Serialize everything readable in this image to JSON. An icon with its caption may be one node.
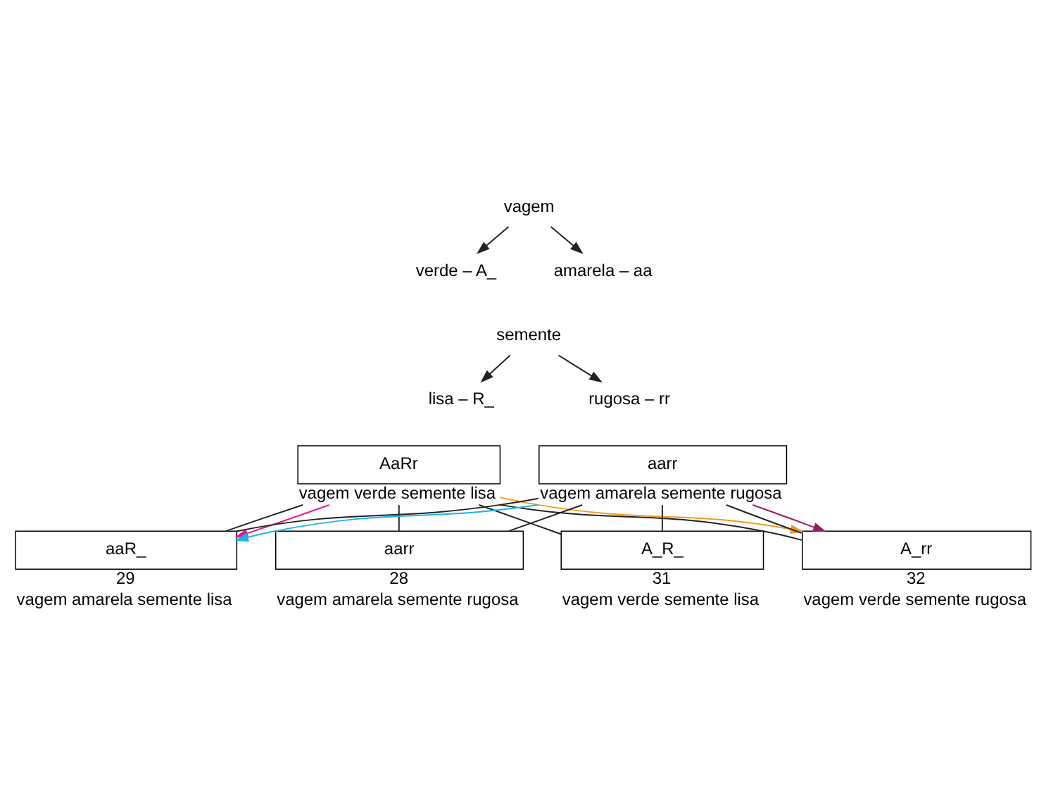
{
  "diagram": {
    "nodes": [
      {
        "text": [
          "vagem"
        ]
      },
      {
        "text": [
          "verde – A_"
        ]
      },
      {
        "text": [
          "amarela – aa"
        ]
      },
      {
        "text": [
          "semente"
        ]
      },
      {
        "text": [
          "lisa – R_"
        ]
      },
      {
        "text": [
          "rugosa – rr"
        ]
      },
      {
        "text": [
          "AaRr"
        ],
        "beside": [
          "vagem verde semente lisa"
        ]
      },
      {
        "text": [
          "aarr"
        ],
        "beside": [
          "vagem amarela semente rugosa"
        ]
      },
      {
        "text": [
          "A_R_"
        ],
        "beside": [
          "31",
          "vagem verde semente lisa"
        ]
      },
      {
        "text": [
          "A_rr"
        ],
        "beside": [
          "32",
          "vagem verde semente rugosa"
        ]
      },
      {
        "text": [
          "aaR_"
        ],
        "beside": [
          "29",
          "vagem amarela semente lisa"
        ]
      },
      {
        "text": [
          "aarr"
        ],
        "beside": [
          "28",
          "vagem amarela semente rugosa"
        ]
      }
    ],
    "edges": [
      {
        "from": 0,
        "to": 1,
        "arrow": "to"
      },
      {
        "from": 0,
        "to": 2,
        "arrow": "to"
      },
      {
        "from": 3,
        "to": 4,
        "arrow": "to"
      },
      {
        "from": 3,
        "to": 5,
        "arrow": "to"
      },
      {
        "from": 6,
        "to": 8,
        "arrow": "none"
      },
      {
        "from": 6,
        "to": 9,
        "arrow": "none"
      },
      {
        "from": 6,
        "to": 10,
        "arrow": "none"
      },
      {
        "from": 6,
        "to": 11,
        "arrow": "none"
      },
      {
        "from": 7,
        "to": 8,
        "arrow": "none"
      },
      {
        "from": 7,
        "to": 9,
        "arrow": "none"
      },
      {
        "from": 7,
        "to": 10,
        "arrow": "none"
      },
      {
        "from": 7,
        "to": 11,
        "arrow": "none"
      },
      {
        "from": 6,
        "to": 9,
        "arrow": "to",
        "color": "#f39a1e"
      },
      {
        "from": 6,
        "to": 10,
        "arrow": "to",
        "color": "#e5198a"
      },
      {
        "from": 7,
        "to": 10,
        "arrow": "to",
        "color": "#1ab4e8"
      },
      {
        "from": 7,
        "to": 9,
        "arrow": "to",
        "color": "#9b1b5e"
      }
    ]
  }
}
